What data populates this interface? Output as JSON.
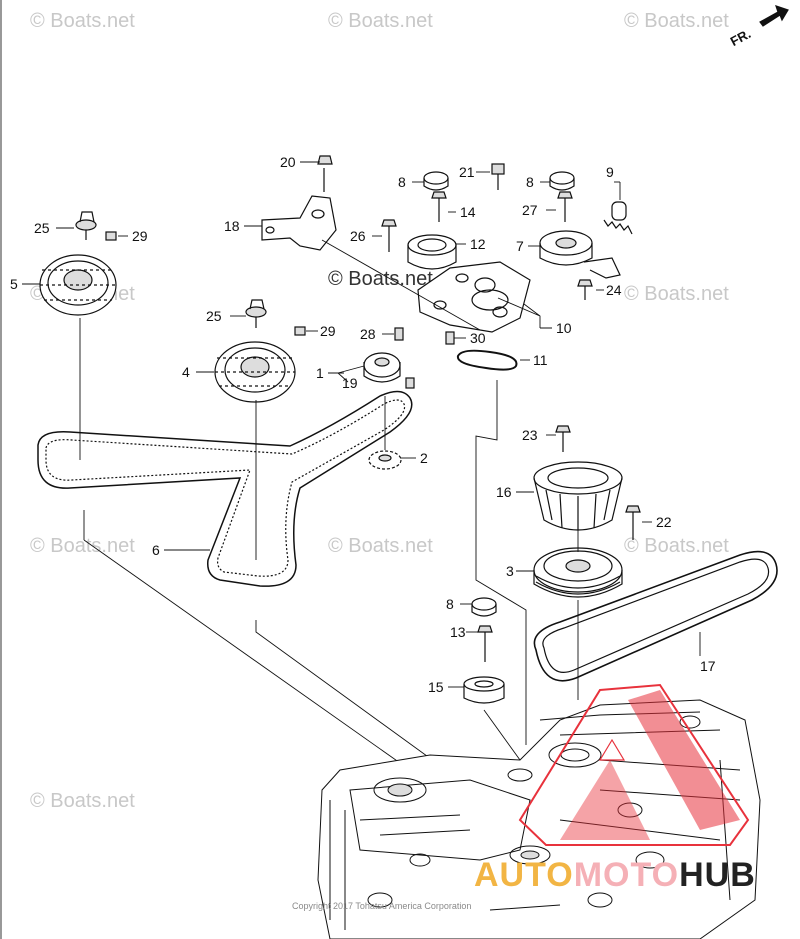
{
  "watermark": "© Boats.net",
  "direction_label": "FR.",
  "copyright": "Copyright 2017 Tohatsu America Corporation",
  "logo": {
    "part_a": "AUTO",
    "part_b": "MOTO",
    "part_c": "HUB"
  },
  "colors": {
    "logo_red": "#e8323c",
    "logo_orange": "#f2b544",
    "line": "#111111"
  },
  "callouts": {
    "c1": "1",
    "c2": "2",
    "c3": "3",
    "c4": "4",
    "c5": "5",
    "c6": "6",
    "c7": "7",
    "c8a": "8",
    "c8b": "8",
    "c8c": "8",
    "c9": "9",
    "c10": "10",
    "c11": "11",
    "c12": "12",
    "c13": "13",
    "c14": "14",
    "c15": "15",
    "c16": "16",
    "c17": "17",
    "c18": "18",
    "c19": "19",
    "c20": "20",
    "c21": "21",
    "c22": "22",
    "c23": "23",
    "c24": "24",
    "c25a": "25",
    "c25b": "25",
    "c26": "26",
    "c27": "27",
    "c28": "28",
    "c29a": "29",
    "c29b": "29",
    "c30": "30"
  }
}
